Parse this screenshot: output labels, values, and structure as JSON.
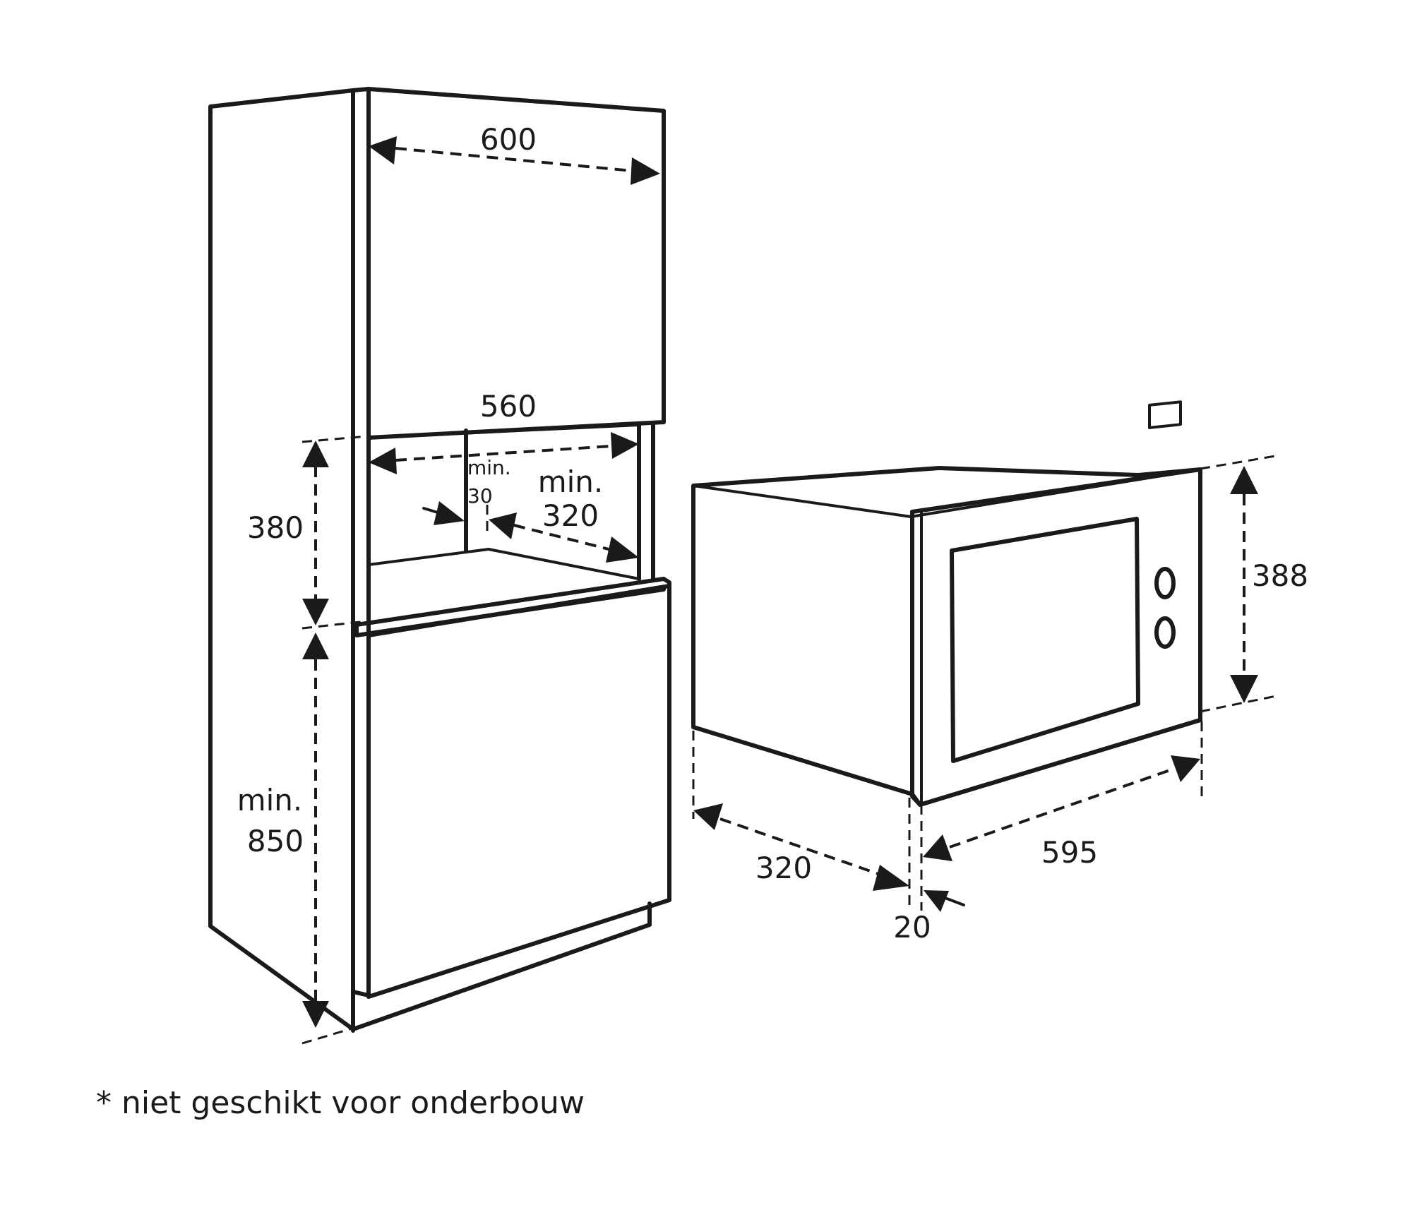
{
  "colors": {
    "line": "#1a1a1a",
    "background": "#ffffff"
  },
  "dimensions": {
    "cabinet_width": "600",
    "niche_width": "560",
    "niche_height": "380",
    "min_label": "min.",
    "min_gap_value": "30",
    "min_depth_value": "320",
    "base_height_value": "850",
    "appliance_height": "388",
    "appliance_depth": "320",
    "appliance_width": "595",
    "front_thickness": "20"
  },
  "footnote": "* niet geschikt voor onderbouw"
}
